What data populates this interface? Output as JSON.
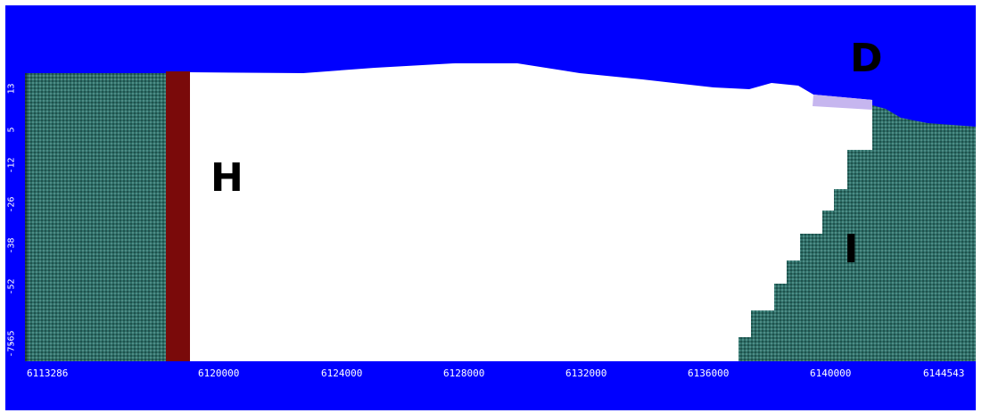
{
  "diagram": {
    "region_labels": {
      "h": "H",
      "d": "D",
      "i": "I"
    },
    "x_axis_ticks": [
      "6113286",
      "6120000",
      "6124000",
      "6128000",
      "6132000",
      "6136000",
      "6140000",
      "6144543"
    ],
    "y_axis_ticks": [
      "13",
      "5",
      "-12",
      "-26",
      "-38",
      "-52",
      "-65",
      "-75"
    ]
  },
  "colors": {
    "background": "#0000ff",
    "rock_fill": "#2f6f68",
    "fault_band": "#7a0a0a",
    "void": "#ffffff",
    "lens": "#c6b6ef",
    "tick_text": "#ffffff",
    "label_text": "#000000"
  }
}
